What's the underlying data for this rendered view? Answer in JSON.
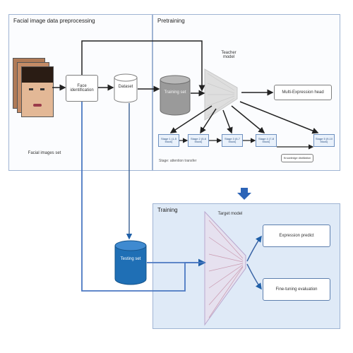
{
  "panels": {
    "preprocessing_title": "Facial image data preprocessing",
    "pretraining_title": "Pretraining",
    "training_title": "Training"
  },
  "nodes": {
    "face_images_label": "Facial images set",
    "face_detection": "Face identification",
    "dataset": "Dataset",
    "training_set": "Training set",
    "testing_set": "Testing set",
    "teacher_model": "Teacher model",
    "student_model": "Target model",
    "output_teacher": "Multi-Expression head",
    "output_expression": "Expression predict",
    "output_fe": "Fine-tuning evaluation"
  },
  "stages": [
    "Stage 1 (1-5 block)",
    "Stage 2 (5-6 block)",
    "Stage 3 (6-7 block)",
    "Stage 4 (7-8 block)",
    "Stage 5 (9-10 block)"
  ],
  "notes": {
    "distillation": "Knowledge distillation",
    "legend": "Stage: attention transfer"
  },
  "colors": {
    "blue": "#1f6fb5",
    "panel_blue": "#dfeaf7",
    "gray": "#9a9a9a"
  }
}
